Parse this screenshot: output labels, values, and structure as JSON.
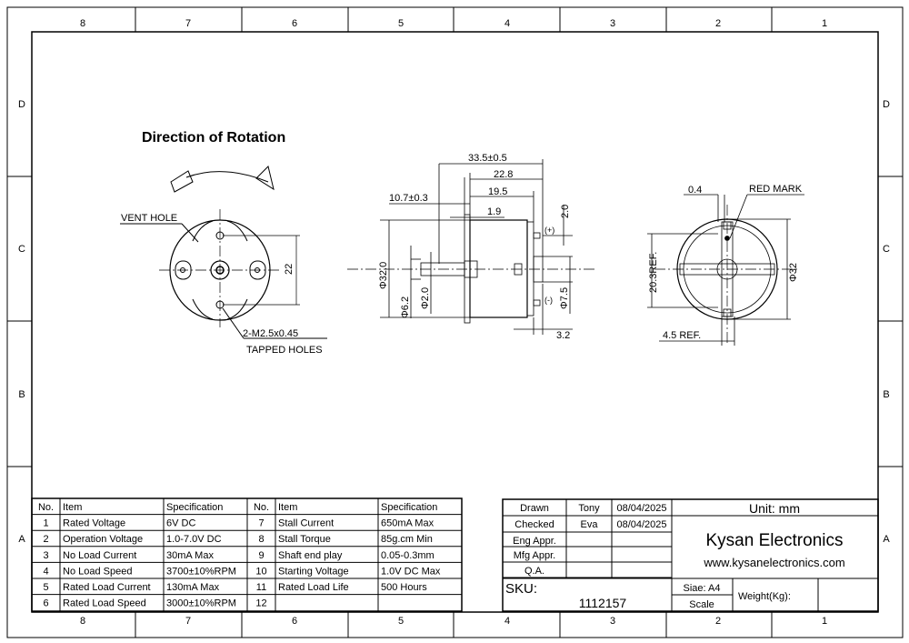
{
  "border": {
    "columns": [
      "8",
      "7",
      "6",
      "5",
      "4",
      "3",
      "2",
      "1"
    ],
    "rows": [
      "D",
      "C",
      "B",
      "A"
    ]
  },
  "rotation_view": {
    "title": "Direction of Rotation",
    "vent_hole": "VENT HOLE",
    "tapped_1": "2-M2.5x0.45",
    "tapped_2": "TAPPED HOLES",
    "dim_22": "22"
  },
  "side_view": {
    "d_33_5": "33.5±0.5",
    "d_22_8": "22.8",
    "d_19_5": "19.5",
    "d_10_7": "10.7±0.3",
    "d_1_9": "1.9",
    "d_2_0": "2.0",
    "plus": "(+)",
    "minus": "(-)",
    "d_phi32": "Φ32.0",
    "d_phi6_2": "Φ6.2",
    "d_phi2": "Φ2.0",
    "d_phi7_5": "Φ7.5",
    "d_3_2": "3.2"
  },
  "rear_view": {
    "d_0_4": "0.4",
    "red_mark": "RED MARK",
    "d_20_3": "20.3REF.",
    "d_phi32": "Φ32",
    "d_4_5": "4.5 REF."
  },
  "spec_table": {
    "headers": [
      "No.",
      "Item",
      "Specification",
      "No.",
      "Item",
      "Specification"
    ],
    "rows": [
      [
        "1",
        "Rated Voltage",
        "6V DC",
        "7",
        "Stall Current",
        "650mA Max"
      ],
      [
        "2",
        "Operation Voltage",
        "1.0-7.0V DC",
        "8",
        "Stall Torque",
        "85g.cm Min"
      ],
      [
        "3",
        "No Load Current",
        "30mA Max",
        "9",
        "Shaft end play",
        "0.05-0.3mm"
      ],
      [
        "4",
        "No Load Speed",
        "3700±10%RPM",
        "10",
        "Starting Voltage",
        "1.0V DC Max"
      ],
      [
        "5",
        "Rated Load Current",
        "130mA Max",
        "11",
        "Rated Load Life",
        "500 Hours"
      ],
      [
        "6",
        "Rated Load Speed",
        "3000±10%RPM",
        "12",
        "",
        ""
      ]
    ]
  },
  "title_block": {
    "approvals": [
      [
        "Drawn",
        "Tony",
        "08/04/2025"
      ],
      [
        "Checked",
        "Eva",
        "08/04/2025"
      ],
      [
        "Eng Appr.",
        "",
        ""
      ],
      [
        "Mfg Appr.",
        "",
        ""
      ],
      [
        "Q.A.",
        "",
        ""
      ]
    ],
    "unit": "Unit: mm",
    "company": "Kysan Electronics",
    "website": "www.kysanelectronics.com",
    "sku_label": "SKU:",
    "sku": "1112157",
    "size": "Siae: A4",
    "scale": "Scale",
    "weight": "Weight(Kg):"
  }
}
